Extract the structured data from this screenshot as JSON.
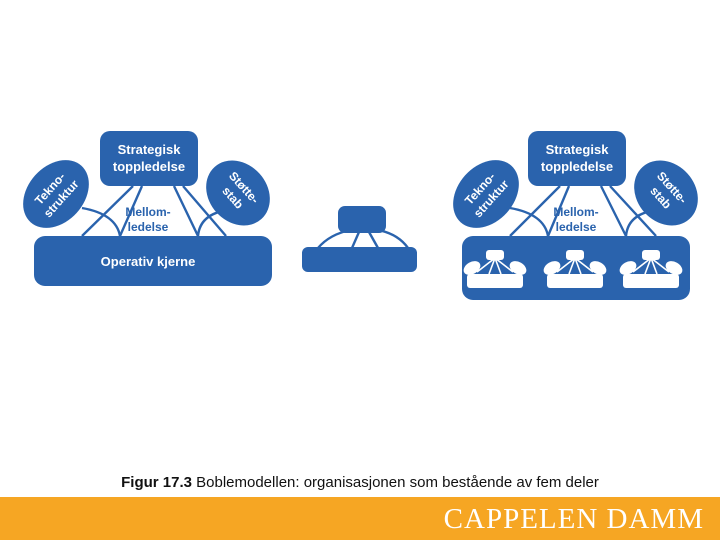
{
  "left_model": {
    "strategic_apex": [
      "Strategisk",
      "toppledelse"
    ],
    "technostructure": [
      "Tekno-",
      "struktur"
    ],
    "support_staff": [
      "Støtte-",
      "stab"
    ],
    "middle_line": [
      "Mellom-",
      "ledelse"
    ],
    "operating_core": "Operativ kjerne"
  },
  "right_model": {
    "strategic_apex": [
      "Strategisk",
      "toppledelse"
    ],
    "technostructure": [
      "Tekno-",
      "struktur"
    ],
    "support_staff": [
      "Støtte-",
      "stab"
    ],
    "middle_line": [
      "Mellom-",
      "ledelse"
    ]
  },
  "colors": {
    "bubble_blue": "#2a63ad",
    "label_text": "#ffffff",
    "footer_orange": "#f6a623"
  },
  "caption": {
    "label": "Figur 17.3",
    "text": " Boblemodellen: organisasjonen som bestående av fem deler"
  },
  "footer": {
    "brand": "CAPPELEN DAMM"
  }
}
